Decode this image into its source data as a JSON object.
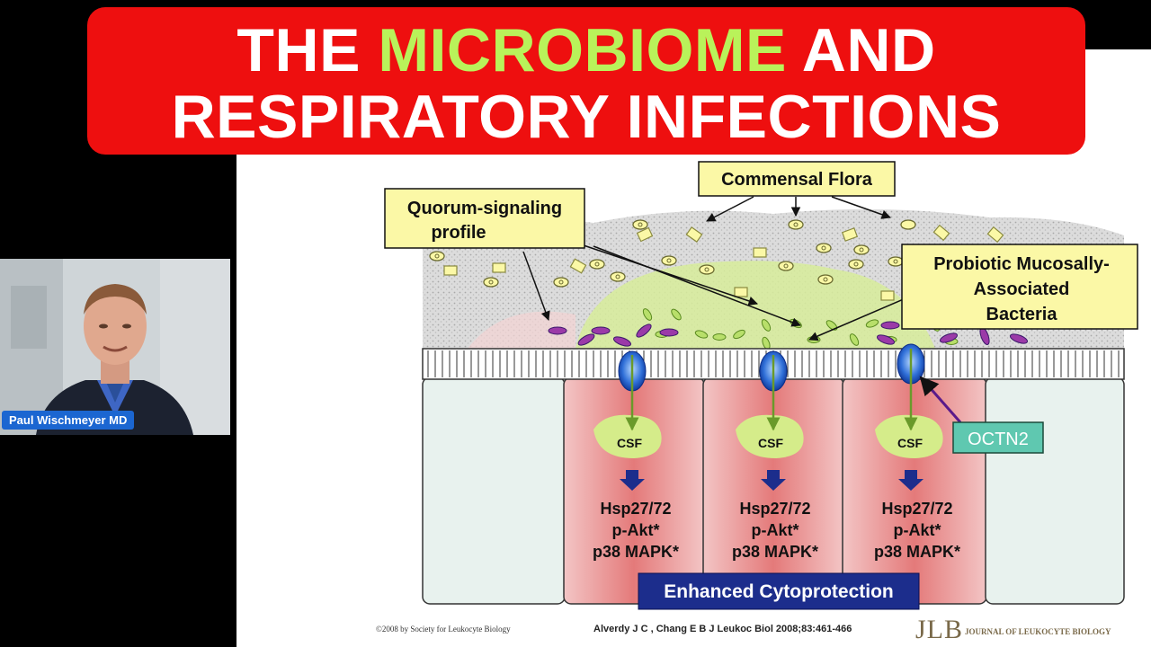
{
  "title": {
    "line1_pre": "THE ",
    "line1_highlight": "MICROBIOME",
    "line1_post": " AND",
    "line2": "RESPIRATORY INFECTIONS"
  },
  "speaker": {
    "name": "Paul Wischmeyer MD"
  },
  "diagram": {
    "label_commensal": "Commensal Flora",
    "label_quorum_1": "Quorum-signaling",
    "label_quorum_2": "profile",
    "label_probiotic_1": "Probiotic Mucosally-",
    "label_probiotic_2": "Associated",
    "label_probiotic_3": "Bacteria",
    "label_octn2": "OCTN2",
    "csf": "CSF",
    "marker_1": "Hsp27/72",
    "marker_2": "p-Akt*",
    "marker_3": "p38 MAPK*",
    "label_enhanced": "Enhanced Cytoprotection"
  },
  "footer": {
    "copyright": "©2008 by Society for Leukocyte Biology",
    "citation": "Alverdy J C , Chang E B J Leukoc Biol 2008;83:461-466",
    "journal_abbr": "JLB",
    "journal_name": "JOURNAL OF LEUKOCYTE BIOLOGY"
  },
  "colors": {
    "banner": "#ee0f0f",
    "highlight": "#b9f25a",
    "label_fill": "#fbf8a6",
    "octn2_fill": "#5fc8b0",
    "enhanced_fill": "#1c2d8c"
  }
}
